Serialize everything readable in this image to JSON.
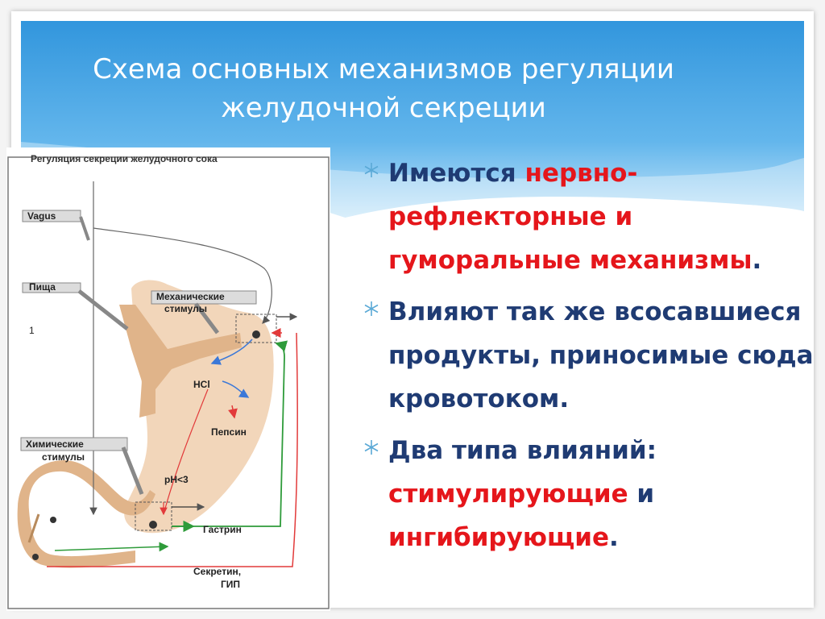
{
  "title": {
    "line1": "Схема основных механизмов регуляции",
    "line2": "желудочной секреции"
  },
  "diagram": {
    "heading": "Регуляция секреции желудочного сока",
    "labels": {
      "vagus": "Vagus",
      "food": "Пища",
      "one": "1",
      "mech_1": "Механические",
      "mech_2": "стимулы",
      "hcl": "HCl",
      "pepsin": "Пепсин",
      "chem_1": "Химические",
      "chem_2": "стимулы",
      "ph": "pH<3",
      "gastrin": "Гастрин",
      "secretin_1": "Секретин,",
      "secretin_2": "ГИП"
    }
  },
  "bullets": [
    {
      "parts": [
        {
          "text": "Имеются ",
          "red": false
        },
        {
          "text": "нервно-рефлекторные и гуморальные механизмы",
          "red": true
        },
        {
          "text": ".",
          "red": false
        }
      ]
    },
    {
      "parts": [
        {
          "text": "Влияют так же всосавшиеся продукты, приносимые сюда кровотоком.",
          "red": false
        }
      ]
    },
    {
      "parts": [
        {
          "text": "Два типа влияний: ",
          "red": false
        },
        {
          "text": "стимулирующие",
          "red": true
        },
        {
          "text": " и ",
          "red": false
        },
        {
          "text": "ингибирующие",
          "red": true
        },
        {
          "text": ".",
          "red": false
        }
      ]
    }
  ],
  "colors": {
    "header_top": "#3a9fe0",
    "header_bottom": "#bfe3f8",
    "bullet_text": "#1f3b73",
    "emphasis": "#e5161b",
    "stomach": "#f1d2b2",
    "arrow_green": "#2e9b3a",
    "arrow_red": "#e23a3a",
    "arrow_blue": "#3b78d8"
  },
  "icons": {
    "bullet": "snowflake-bullet-icon"
  }
}
